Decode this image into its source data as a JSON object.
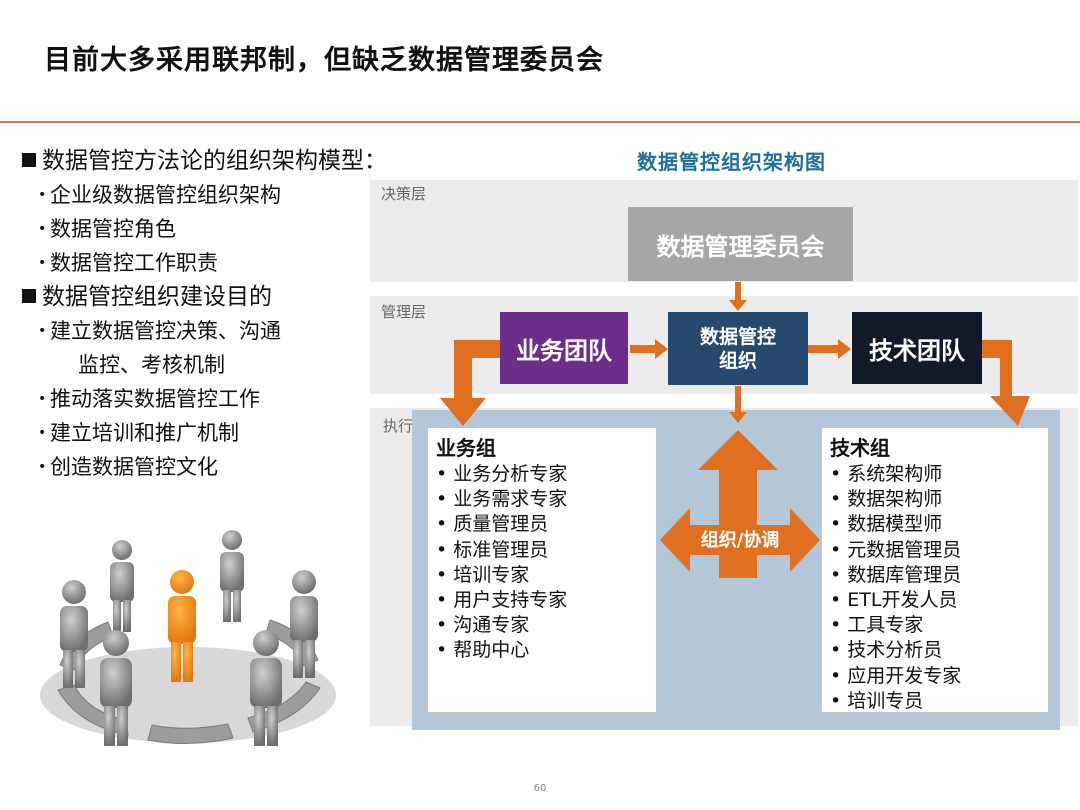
{
  "title": "目前大多采用联邦制，但缺乏数据管理委员会",
  "left": {
    "sections": [
      {
        "heading": "数据管控方法论的组织架构模型：",
        "items": [
          "企业级数据管控组织架构",
          "数据管控角色",
          "数据管控工作职责"
        ]
      },
      {
        "heading": "数据管控组织建设目的",
        "items": [
          "建立数据管控决策、沟通",
          "监控、考核机制",
          "推动落实数据管控工作",
          "建立培训和推广机制",
          "创造数据管控文化"
        ]
      }
    ]
  },
  "diagram": {
    "title": "数据管控组织架构图",
    "layers": [
      "决策层",
      "管理层",
      "执行层"
    ],
    "committee": "数据管理委员会",
    "biz_team": "业务团队",
    "org_line1": "数据管控",
    "org_line2": "组织",
    "tech_team": "技术团队",
    "coordination": "组织/协调",
    "biz_group": {
      "title": "业务组",
      "items": [
        "业务分析专家",
        "业务需求专家",
        "质量管理员",
        "标准管理员",
        "培训专家",
        "用户支持专家",
        "沟通专家",
        "帮助中心"
      ]
    },
    "tech_group": {
      "title": "技术组",
      "items": [
        "系统架构师",
        "数据架构师",
        "数据模型师",
        "元数据管理员",
        "数据库管理员",
        "ETL开发人员",
        "工具专家",
        "技术分析员",
        "应用开发专家",
        "培训专员"
      ]
    }
  },
  "page_number": "60",
  "colors": {
    "accent_rule": "#d9774a",
    "arrow_orange": "#e07020",
    "diagram_title": "#1f6f9a",
    "committee": "#a6a6a6",
    "biz_team": "#6b2f8a",
    "org_box": "#254a6e",
    "tech_team": "#111a28",
    "exec_panel": "#b4c7d8"
  }
}
